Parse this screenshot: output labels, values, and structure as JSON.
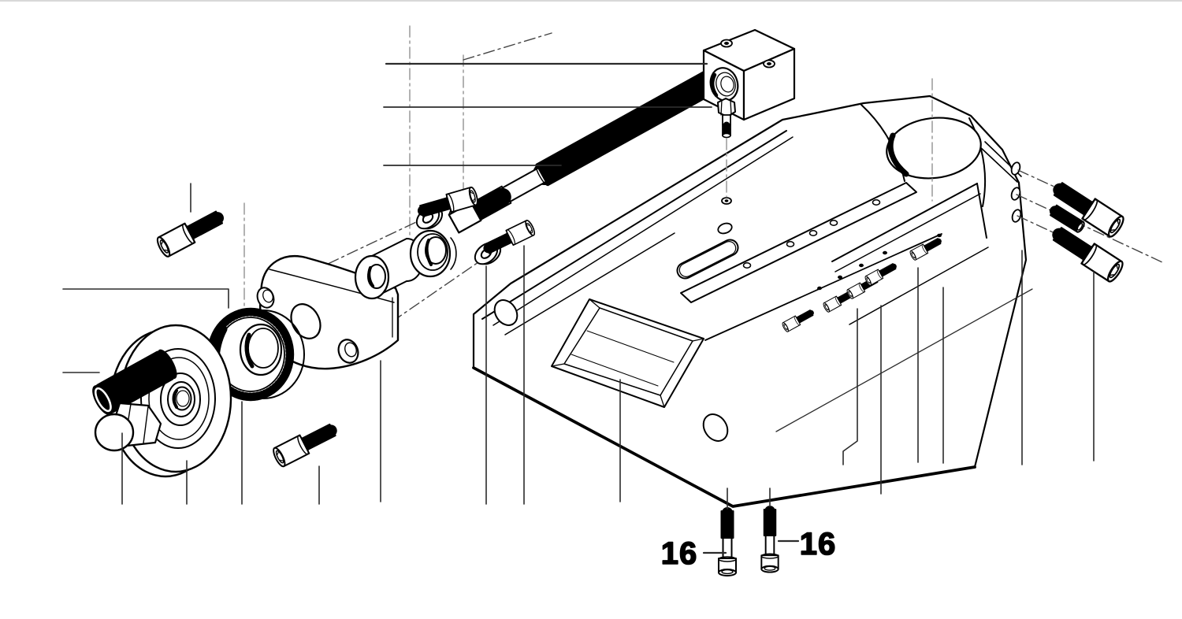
{
  "figure": {
    "kind": "exploded-view-technical-diagram",
    "depicts": "machine vise exploded parts view: handwheel with black grip and acorn nut, knurled dial ring, bearing bracket, bushings, washers, socket cap screws, lead screw, nut block, hex bolt, vise body with gib strip, rail screws, set screw and base mounting screws",
    "colors": {
      "background": "#ffffff",
      "line": "#000000",
      "leader": "#2b2b2b",
      "centerline": "#999999",
      "grip_fill": "#000000"
    }
  },
  "labels": [
    {
      "text": "16"
    },
    {
      "text": "16"
    }
  ],
  "parts": [
    "handle-grip",
    "acorn-nut",
    "handwheel",
    "dial-ring",
    "bearing-bracket",
    "spacer-bushing",
    "flanged-bearing",
    "washers",
    "cap-screws",
    "lead-screw",
    "nut-block",
    "hex-bolt",
    "vise-body",
    "gib-strip",
    "rail-screws",
    "set-screw",
    "base-mounting-screws"
  ]
}
